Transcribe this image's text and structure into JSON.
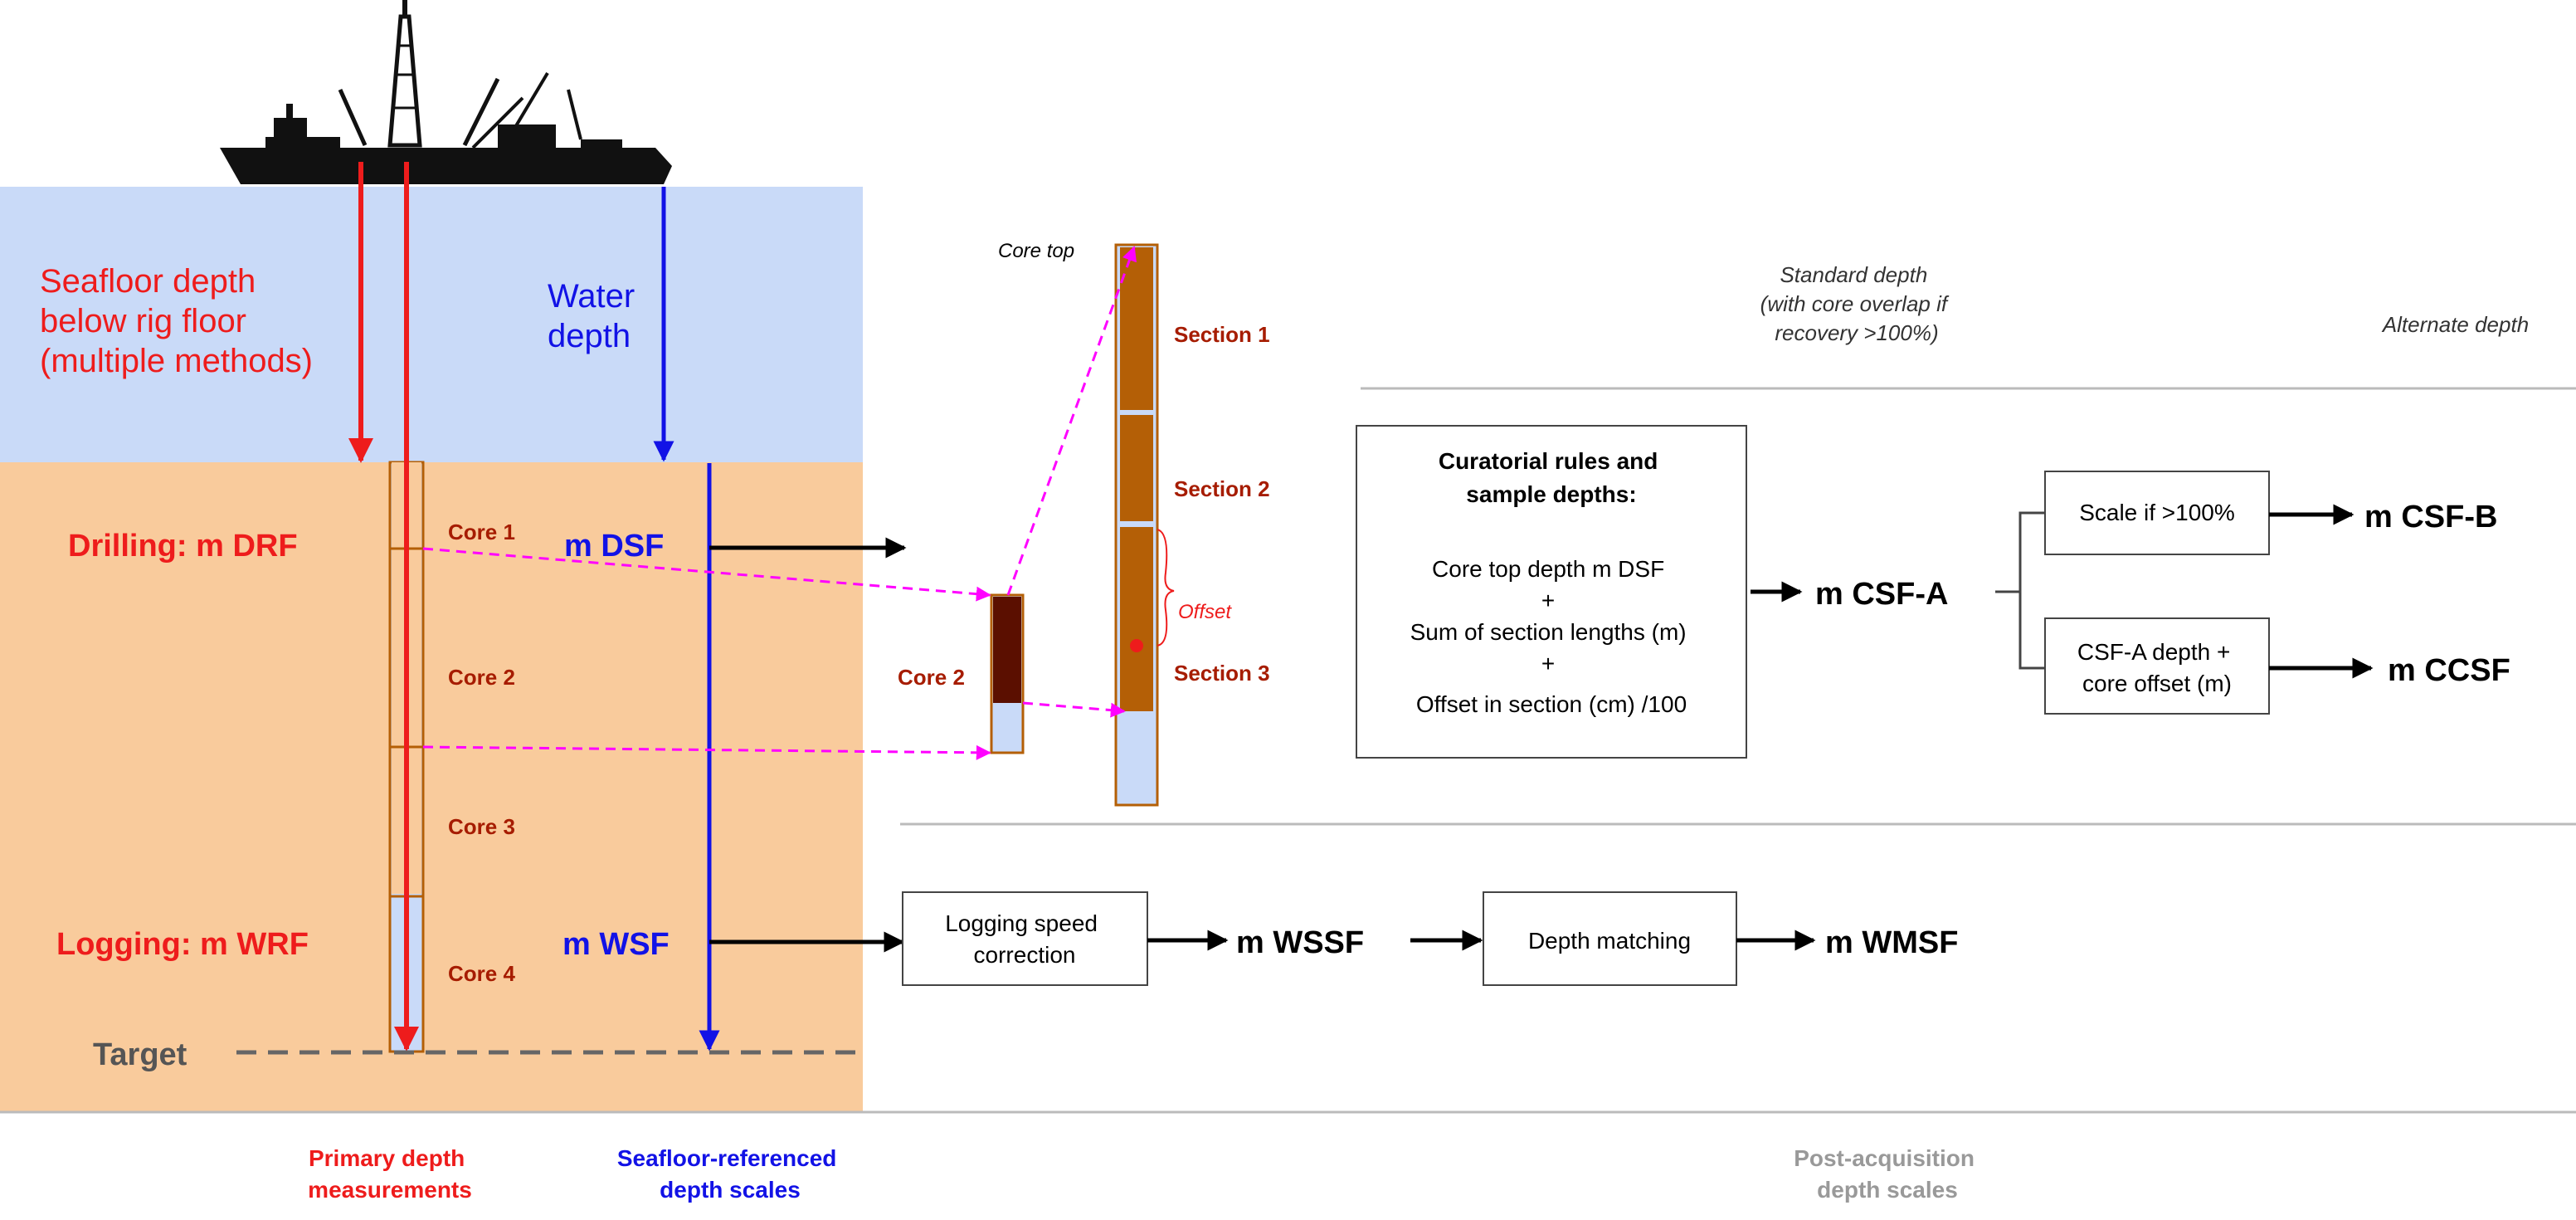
{
  "left_panel": {
    "seafloor_depth": [
      "Seafloor depth",
      "below rig floor",
      "(multiple methods)"
    ],
    "water_depth": [
      "Water",
      "depth"
    ],
    "drilling": "Drilling: m DRF",
    "logging": "Logging: m WRF",
    "dsf": "m DSF",
    "wsf": "m WSF",
    "target": "Target",
    "cores": [
      "Core 1",
      "Core 2",
      "Core 3",
      "Core 4"
    ]
  },
  "core_detail": {
    "core_label": "Core 2",
    "core_top": "Core top",
    "sections": [
      "Section 1",
      "Section 2",
      "Section 3"
    ],
    "offset": "Offset"
  },
  "headers": {
    "standard_depth": [
      "Standard depth",
      "(with core overlap if",
      "recovery >100%)"
    ],
    "alternate_depth": "Alternate depth"
  },
  "curatorial_box": {
    "title": [
      "Curatorial rules and",
      "sample depths:"
    ],
    "lines": [
      "Core top depth m DSF",
      "+",
      "Sum of section lengths (m)",
      "+",
      "Offset in section (cm) /100"
    ]
  },
  "flow": {
    "csf_a": "m CSF-A",
    "scale_box": "Scale if >100%",
    "csf_b": "m CSF-B",
    "offset_box": [
      "CSF-A depth  +",
      "core offset (m)"
    ],
    "ccsf": "m CCSF",
    "logging_box": [
      "Logging speed",
      "correction"
    ],
    "wssf": "m WSSF",
    "depth_matching": "Depth matching",
    "wmsf": "m WMSF"
  },
  "footer": {
    "primary": [
      "Primary depth",
      "measurements"
    ],
    "seafloor_ref": [
      "Seafloor-referenced",
      "depth scales"
    ],
    "post_acq": [
      "Post-acquisition",
      "depth scales"
    ]
  },
  "colors": {
    "water": "#c9daf8",
    "sediment": "#f9cb9c",
    "core_fill": "#b45f06",
    "core_dark": "#5b0f00",
    "red": "#ee1c1c",
    "blue": "#1212e6",
    "magenta": "#ff00ff",
    "label_brown": "#a61c00"
  }
}
